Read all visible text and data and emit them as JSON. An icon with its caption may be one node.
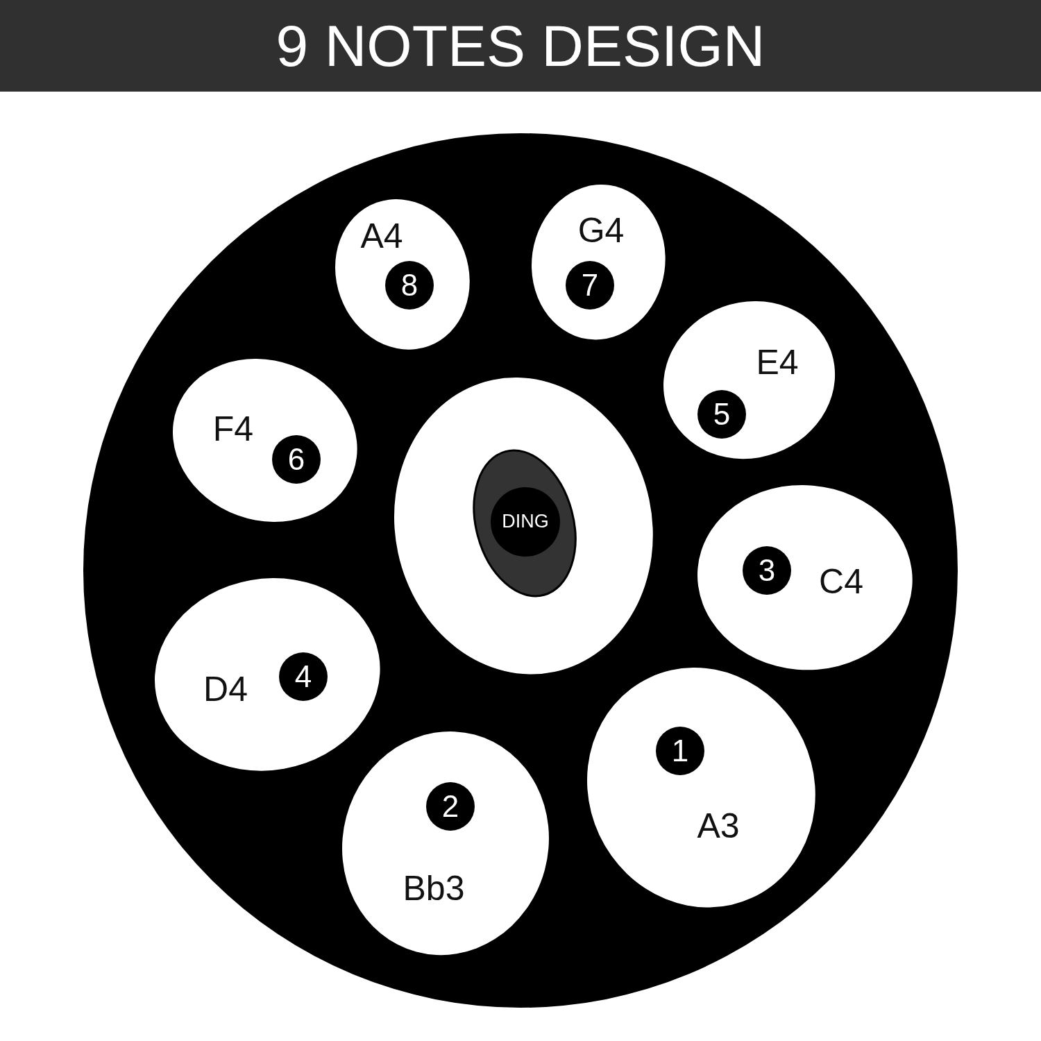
{
  "diagram": {
    "title": "9 NOTES DESIGN",
    "nodes": [
      {
        "text": [],
        "shape": "circle"
      },
      {
        "text": [
          "A4",
          "8"
        ],
        "in": 0
      },
      {
        "text": [
          "G4",
          "7"
        ],
        "in": 0
      },
      {
        "text": [
          "E4",
          "5"
        ],
        "in": 0
      },
      {
        "text": [
          "F4",
          "6"
        ],
        "in": 0
      },
      {
        "text": [],
        "shape": "ellipse",
        "in": 0
      },
      {
        "text": [],
        "shape": "ellipse",
        "in": 5
      },
      {
        "text": [
          "DING"
        ],
        "in": 6
      },
      {
        "text": [
          "3",
          "C4"
        ],
        "in": 0
      },
      {
        "text": [
          "D4",
          "4"
        ],
        "in": 0
      },
      {
        "text": [
          "1",
          "A3"
        ],
        "in": 0
      },
      {
        "text": [
          "2",
          "Bb3"
        ],
        "in": 0
      }
    ]
  }
}
